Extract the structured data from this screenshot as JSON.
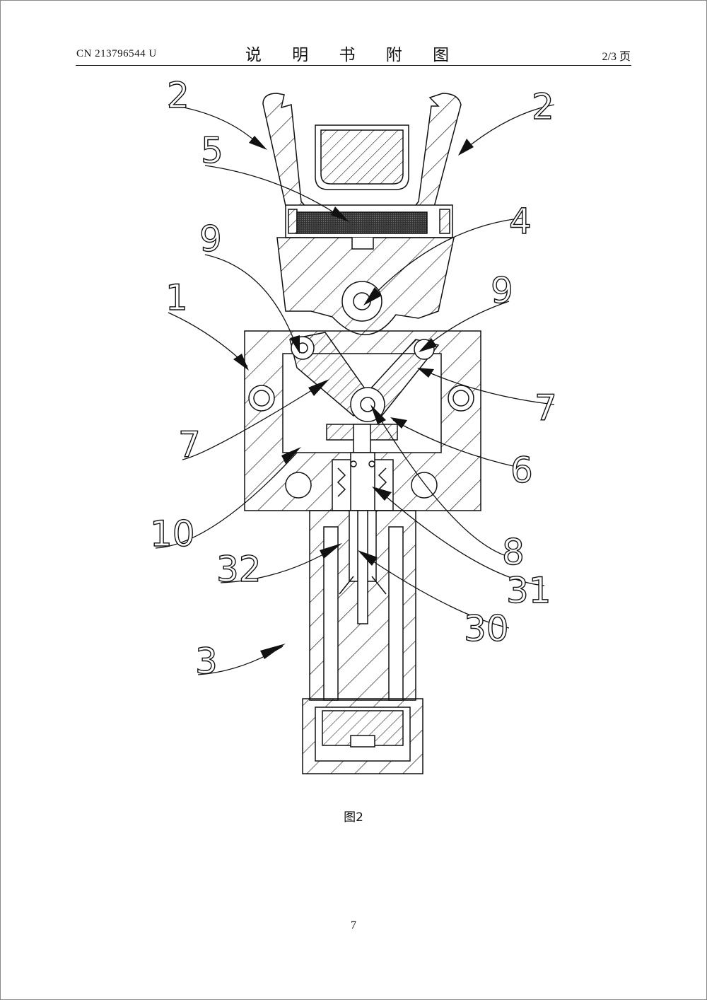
{
  "header": {
    "patent_number": "CN 213796544 U",
    "title": "说 明 书 附 图",
    "page_info": "2/3 页"
  },
  "figure": {
    "caption": "图2",
    "labels": {
      "l2a": "2",
      "l2b": "2",
      "l5": "5",
      "l4": "4",
      "l9a": "9",
      "l9b": "9",
      "l1": "1",
      "l7a": "7",
      "l7b": "7",
      "l6": "6",
      "l10": "10",
      "l8": "8",
      "l32": "32",
      "l31": "31",
      "l30": "30",
      "l3": "3"
    }
  },
  "footer": {
    "page_number": "7"
  }
}
